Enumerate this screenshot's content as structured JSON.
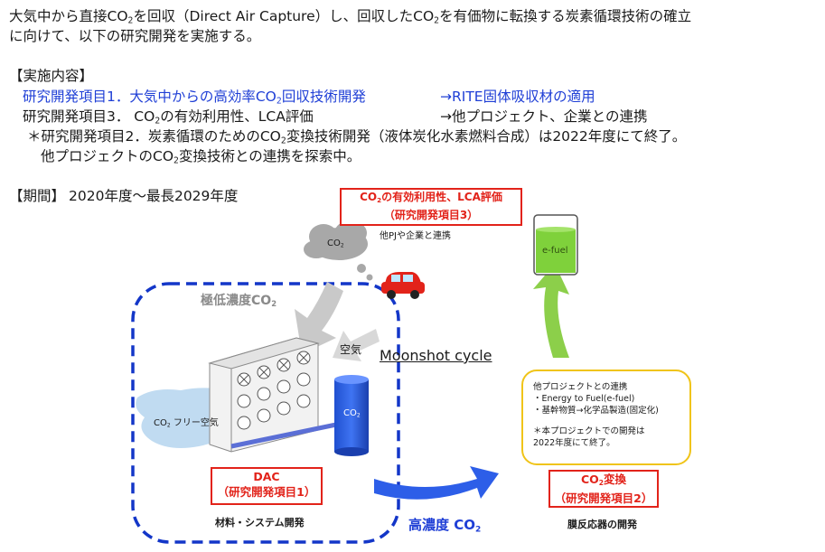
{
  "intro": {
    "line1_pre": "大気中から直接CO",
    "line1_sub": "2",
    "line1_post": "を回収（Direct Air Capture）し、回収したCO",
    "line1_sub2": "2",
    "line1_tail": "を有価物に転換する炭素循環技術の確立",
    "line2": "に向けて、以下の研究開発を実施する。"
  },
  "content": {
    "heading": "【実施内容】",
    "item1_pre": "研究開発項目1．大気中からの高効率CO",
    "item1_sub": "2",
    "item1_post": "回収技術開発",
    "item1_arrow": "→RITE固体吸収材の適用",
    "item3_pre": "研究開発項目3．  CO",
    "item3_sub": "2",
    "item3_post": "の有効利用性、LCA評価",
    "item3_arrow": "→他プロジェクト、企業との連携",
    "note1_pre": "＊研究開発項目2．炭素循環のためのCO",
    "note1_sub": "2",
    "note1_post": "変換技術開発（液体炭化水素燃料合成）は2022年度にて終了。",
    "note2_pre": "他プロジェクトのCO",
    "note2_sub": "2",
    "note2_post": "変換技術との連携を探索中。"
  },
  "period": {
    "label": "【期間】",
    "value": "2020年度～最長2029年度"
  },
  "diagram": {
    "lca_box_l1_pre": "CO",
    "lca_box_l1_sub": "2",
    "lca_box_l1_post": "の有効利用性、LCA評価",
    "lca_box_l2": "（研究開発項目3）",
    "lca_note": "他PJや企業と連携",
    "cloud_pre": "CO",
    "cloud_sub": "2",
    "efuel": "e-fuel",
    "low_conc_pre": "極低濃度CO",
    "low_conc_sub": "2",
    "air": "空気",
    "moonshot": "Moonshot cycle",
    "co2_free_pre": "CO",
    "co2_free_sub": "2",
    "co2_free_post": " フリー空気",
    "tank_pre": "CO",
    "tank_sub": "2",
    "info_lines": [
      "他プロジェクトとの連携",
      "・Energy to Fuel(e-fuel)",
      "・基幹物質→化学品製造(固定化)",
      "＊本プロジェクトでの開発は",
      "2022年度にて終了。"
    ],
    "dac_l1": "DAC",
    "dac_l2": "（研究開発項目1）",
    "dac_caption": "材料・システム開発",
    "high_conc_pre": "高濃度 CO",
    "high_conc_sub": "2",
    "conv_l1_pre": "CO",
    "conv_l1_sub": "2",
    "conv_l1_post": "変換",
    "conv_l2": "（研究開発項目2）",
    "conv_caption": "膜反応器の開発"
  },
  "colors": {
    "accent_red": "#e2231a",
    "blue_text": "#1f3fd6",
    "dash_blue": "#1336c8",
    "green_arrow": "#8ccf4a",
    "blue_arrow": "#2d5ee8",
    "gold_border": "#f0c419"
  }
}
